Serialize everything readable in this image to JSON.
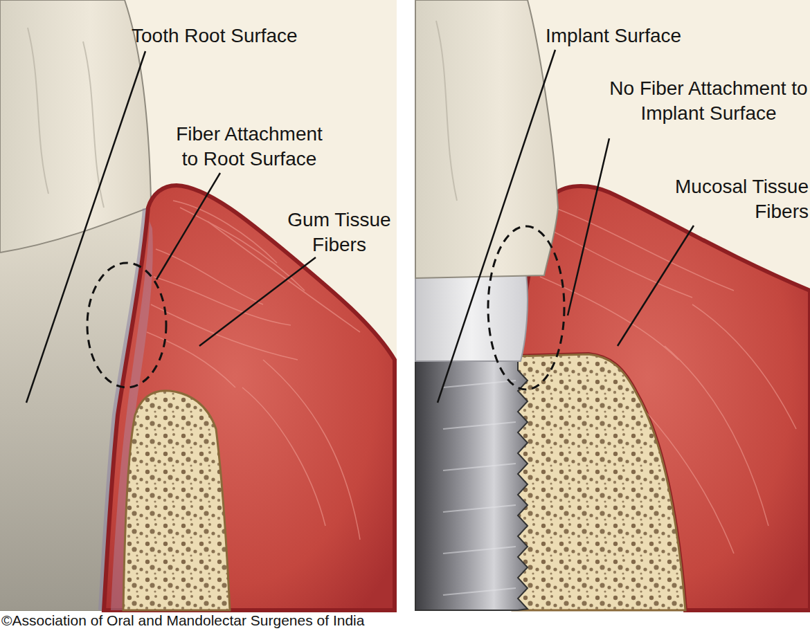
{
  "diagram": {
    "labels": [
      "Tooth Root Surface",
      "Fiber Attachment to Root Surface",
      "Gum Tissue Fibers",
      "Implant Surface",
      "No Fiber Attachment to Implant Surface",
      "Mucosal Tissue Fibers",
      "©Association of Oral and Mandolectar Surgenes of India"
    ]
  }
}
